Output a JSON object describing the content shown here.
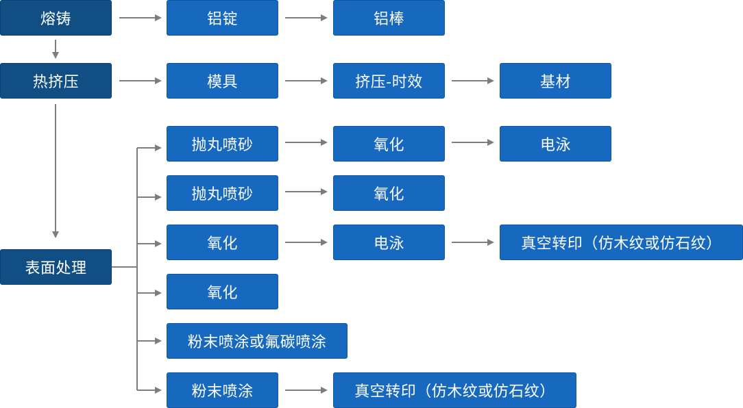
{
  "colors": {
    "primary_box": "#114e83",
    "secondary_box": "#1769bf",
    "connector": "#7d7d7d",
    "text": "#ffffff"
  },
  "nodes": {
    "casting": "熔铸",
    "aluminum_ingot": "铝锭",
    "aluminum_billet": "铝棒",
    "hot_extrusion": "热挤压",
    "mold": "模具",
    "extrusion_aging": "挤压-时效",
    "base_material": "基材",
    "surface_treatment": "表面处理",
    "route1": {
      "step1": "抛丸喷砂",
      "step2": "氧化",
      "step3": "电泳"
    },
    "route2": {
      "step1": "抛丸喷砂",
      "step2": "氧化"
    },
    "route3": {
      "step1": "氧化",
      "step2": "电泳",
      "step3": "真空转印（仿木纹或仿石纹）"
    },
    "route4": {
      "step1": "氧化"
    },
    "route5": {
      "step1": "粉末喷涂或氟碳喷涂"
    },
    "route6": {
      "step1": "粉末喷涂",
      "step2": "真空转印（仿木纹或仿石纹）"
    }
  }
}
